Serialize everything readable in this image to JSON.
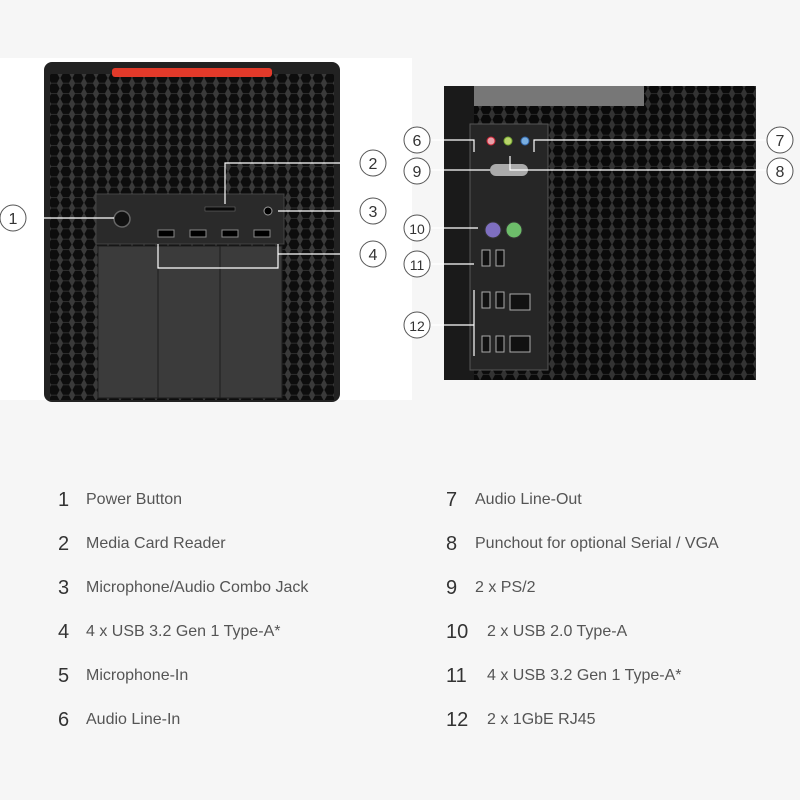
{
  "callouts": {
    "c1": "1",
    "c2": "2",
    "c3": "3",
    "c4": "4",
    "c6": "6",
    "c7": "7",
    "c8": "8",
    "c9": "9",
    "c10": "10",
    "c11": "11",
    "c12": "12"
  },
  "legend": {
    "left": [
      {
        "num": "1",
        "label": "Power Button"
      },
      {
        "num": "2",
        "label": "Media Card Reader"
      },
      {
        "num": "3",
        "label": "Microphone/Audio Combo Jack"
      },
      {
        "num": "4",
        "label": "4 x USB 3.2 Gen 1 Type-A*"
      },
      {
        "num": "5",
        "label": "Microphone-In"
      },
      {
        "num": "6",
        "label": "Audio Line-In"
      }
    ],
    "right": [
      {
        "num": "7",
        "label": "Audio Line-Out"
      },
      {
        "num": "8",
        "label": "Punchout for optional Serial / VGA"
      },
      {
        "num": "9",
        "label": "2 x PS/2"
      },
      {
        "num": "10",
        "label": "2 x USB 2.0 Type-A"
      },
      {
        "num": "11",
        "label": "4 x USB 3.2 Gen 1 Type-A*"
      },
      {
        "num": "12",
        "label": "2 x 1GbE RJ45"
      }
    ]
  },
  "colors": {
    "accent_red": "#e23a2a",
    "chassis": "#2b2b2b",
    "mesh": "#111111",
    "background": "#f6f6f6"
  }
}
